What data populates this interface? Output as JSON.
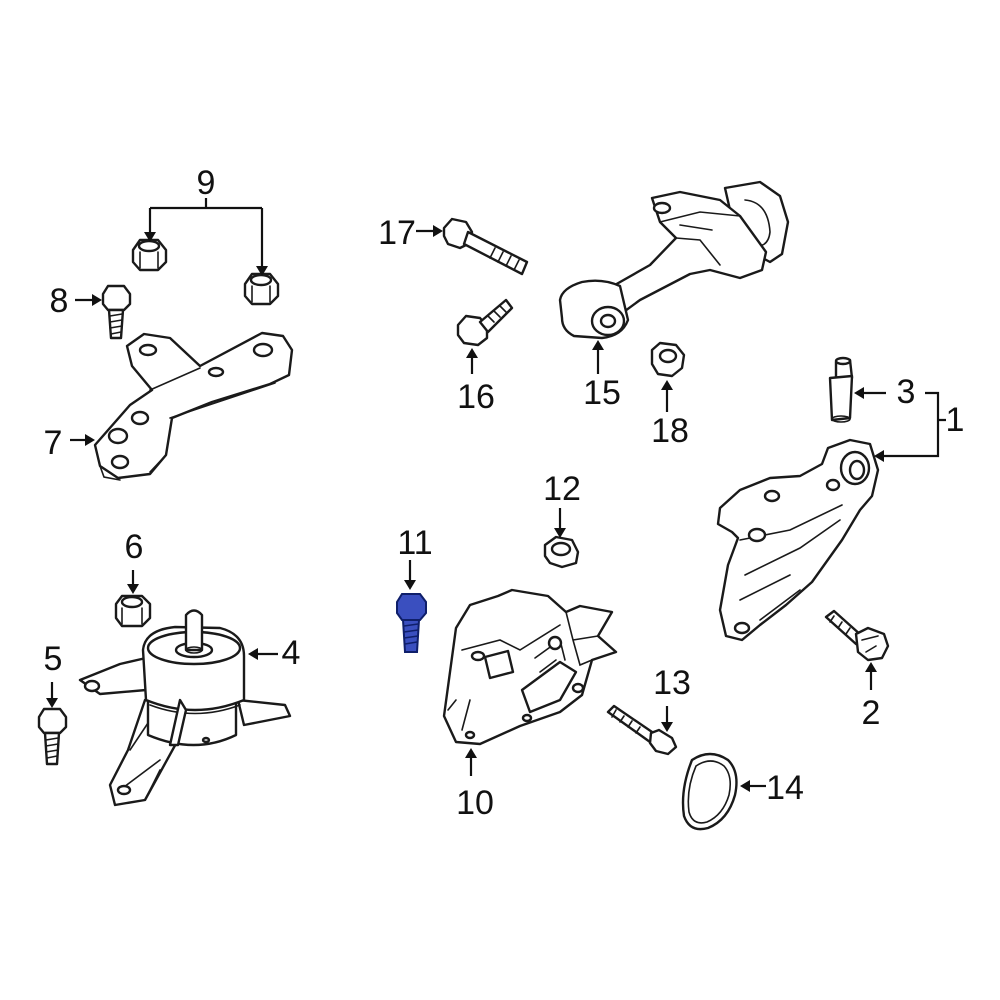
{
  "callouts": [
    "1",
    "2",
    "3",
    "5",
    "6",
    "7",
    "8",
    "9",
    "4",
    "10",
    "11",
    "12",
    "13",
    "14",
    "15",
    "16",
    "17",
    "18"
  ],
  "highlight_color": "#3a4fbf",
  "highlighted_part": "11"
}
